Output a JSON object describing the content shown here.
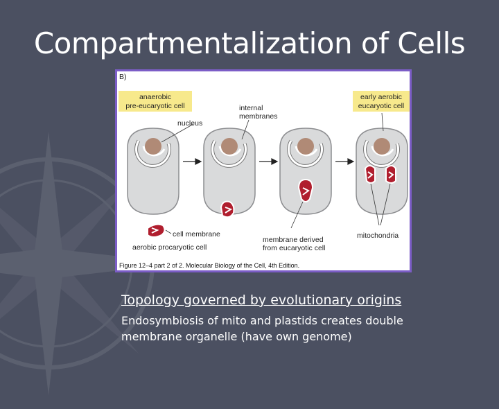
{
  "slide": {
    "title": "Compartmentalization of Cells",
    "heading": "Topology governed by evolutionary origins",
    "body": "Endosymbiosis of mito and plastids creates double membrane organelle (have own genome)"
  },
  "figure": {
    "panel_label": "B)",
    "label_anaerobic_1": "anaerobic",
    "label_anaerobic_2": "pre-eucaryotic cell",
    "label_early_1": "early aerobic",
    "label_early_2": "eucaryotic cell",
    "label_internal_1": "internal",
    "label_internal_2": "membranes",
    "label_nucleus": "nucleus",
    "label_cell_membrane": "cell membrane",
    "label_aerobic": "aerobic procaryotic cell",
    "label_membrane_derived_1": "membrane derived",
    "label_membrane_derived_2": "from eucaryotic cell",
    "label_mitochondria": "mitochondria",
    "caption": "Figure 12–4 part 2 of 2. Molecular Biology of the Cell, 4th Edition."
  },
  "colors": {
    "background": "#4b5061",
    "figure_border": "#7c5dc7",
    "label_highlight": "#f7e98c",
    "cell_fill": "#d9dadb",
    "nucleus_fill": "#b08a76",
    "bacteria_fill": "#b01e2e"
  }
}
